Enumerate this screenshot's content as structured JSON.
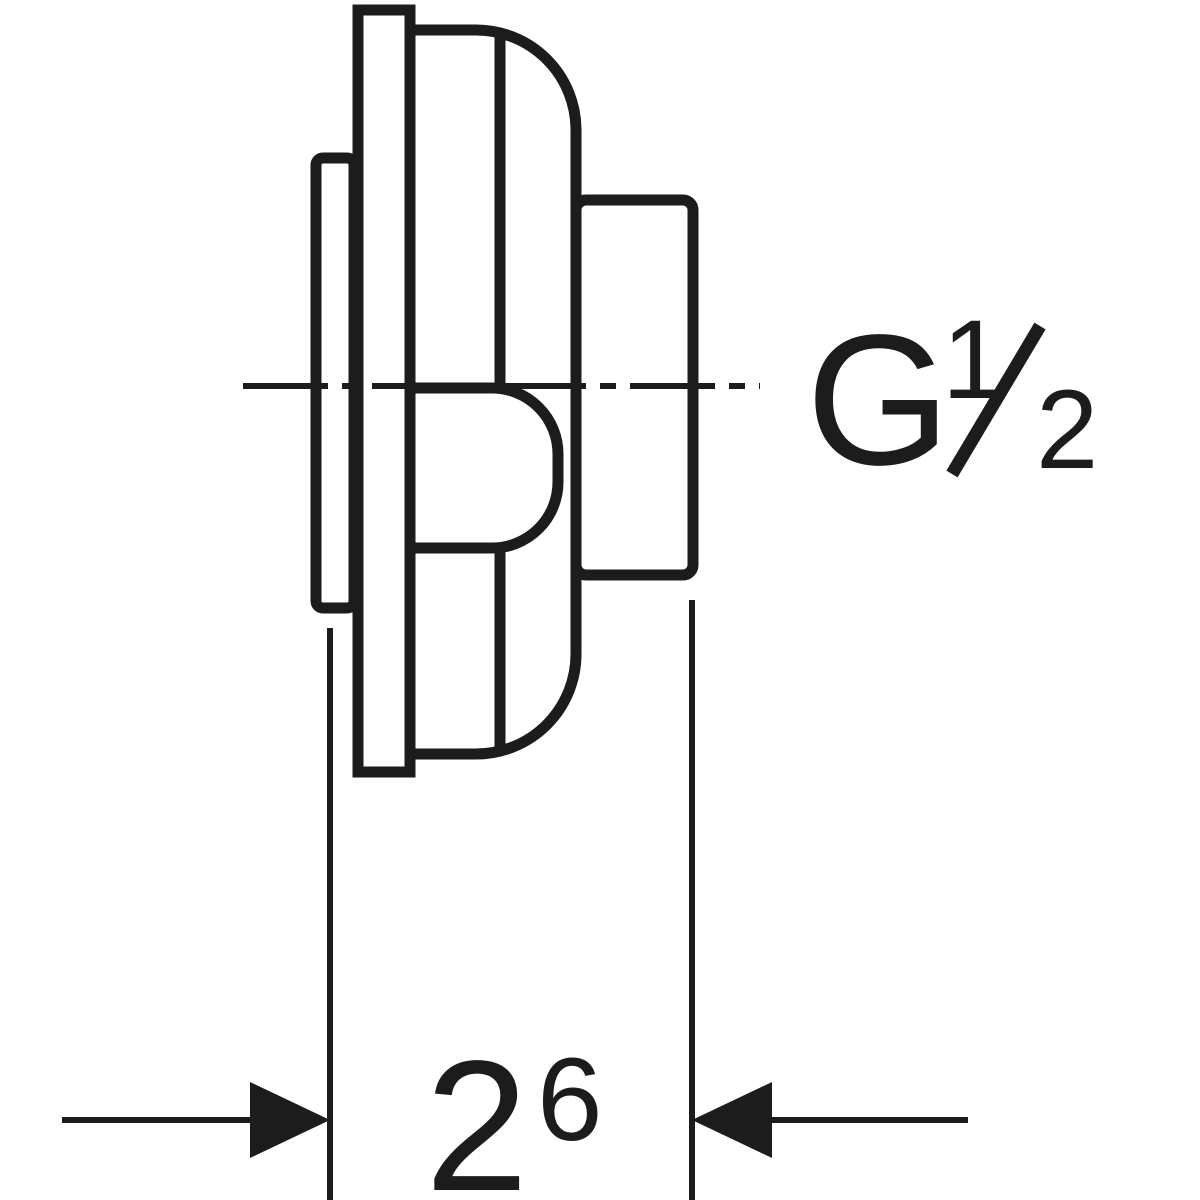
{
  "page": {
    "background_color": "#ffffff",
    "line_color": "#1c1c1c"
  },
  "labels": {
    "thread": {
      "full": "G1/2",
      "g": "G",
      "numerator": "1",
      "slash": "/",
      "denominator": "2"
    },
    "dimension": {
      "full": "26",
      "main": "2",
      "superscript": "6"
    }
  }
}
